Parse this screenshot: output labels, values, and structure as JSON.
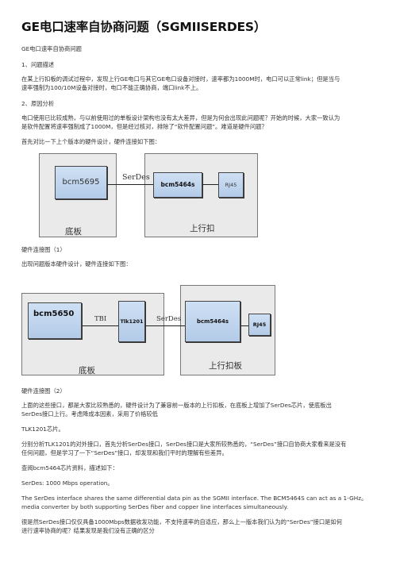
{
  "doc": {
    "title": "GE电口速率自协商问题（SGMIISERDES）",
    "p1": "GE电口速率自协商问题",
    "p2": "1、问题描述",
    "p3a": "在某上行扣板的调试过程中，发现上行GE电口与其它GE电口设备对接时，速率都为1000M时，电口可以正常link；但是当与",
    "p3b": "速率强制为100/10M设备对接时，电口不能正确协商，端口link不上。",
    "p4": "2、原因分析",
    "p5a": "电口使用已比较成熟，与以前使用过的单板设计架构也没有太大差异，但是为何会出现此问题呢？开始的时候，大家一致认为",
    "p5b": "是软件配置将速率强制成了1000M，但是经过核对，排除了“软件配置问题”。难道是硬件问题？",
    "p6": "首先对比一下上个版本的硬件设计，硬件连接如下图：",
    "cap1": "硬件连接图（1）",
    "p7": "出现问题版本硬件设计，硬件连接如下图：",
    "cap2": "硬件连接图（2）",
    "p8a": "上面的这些接口，都是大家比较熟悉的，硬件设计为了兼容前一版本的上行扣板，在底板上增加了SerDes芯片，使底板出",
    "p8b": "SerDes接口上行。考虑降成本因素，采用了价格较低",
    "p9": "TLK1201芯片。",
    "p10a": "分别分析TLK1201的对外接口，首先分析SerDes接口，SerDes接口是大家所较熟悉的，“SerDes”接口自协商大家看来是没有",
    "p10b": "任何问题，但是学习了一下“SerDes”接口，却发现和我们平时的理解有些差异。",
    "p11": "查阅bcm5464芯片资料，描述如下：",
    "p12": "SerDes: 1000 Mbps operation。",
    "p13a": "The SerDes interface shares the same differential data pin as the SGMII interface. The BCM5464S can act as a 1-GHz。",
    "p13b": "media converter by both supporting SerDes fiber and copper line interfaces simultaneously.",
    "p14a": "很是然SerDes接口仅仅具备1000Mbps数据收发功能，不支持速率的自适应，那么上一版本我们认为的“SerDes”接口是如何",
    "p14b": "进行速率协商的呢？结果发现是我们没有正确的区分"
  },
  "diagram1": {
    "chip_a": "bcm5695",
    "link": "SerDes",
    "chip_b": "bcm5464s",
    "chip_c": "RJ45",
    "board_left": "底板",
    "board_right": "上行扣"
  },
  "diagram2": {
    "chip_a": "bcm5650",
    "link1": "TBI",
    "chip_b": "Tlk1201",
    "link2": "SerDes",
    "chip_c": "bcm5464s",
    "chip_d": "RJ45",
    "board_left": "底板",
    "board_right": "上行扣板"
  }
}
